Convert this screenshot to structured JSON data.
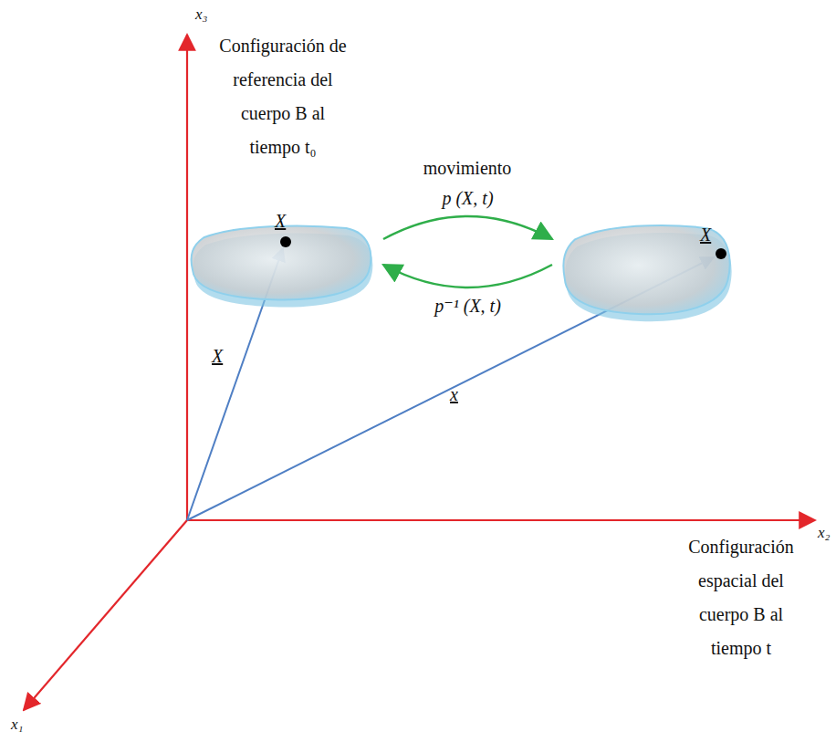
{
  "diagram": {
    "nodes": [
      {
        "text": [
          "Configuración de referencia del cuerpo B al tiempo t₀",
          "X"
        ]
      },
      {
        "text": [
          "X",
          "Configuración espacial del cuerpo B al tiempo t"
        ]
      }
    ],
    "edges": [
      {
        "from": 0,
        "to": 1,
        "arrow": "to",
        "label": "p (X, t)"
      },
      {
        "from": 1,
        "to": 0,
        "arrow": "to",
        "label": "p⁻¹ (X, t)"
      }
    ],
    "labels": [
      "x₃",
      "x₂",
      "x₁",
      "movimiento",
      "X",
      "x"
    ]
  }
}
